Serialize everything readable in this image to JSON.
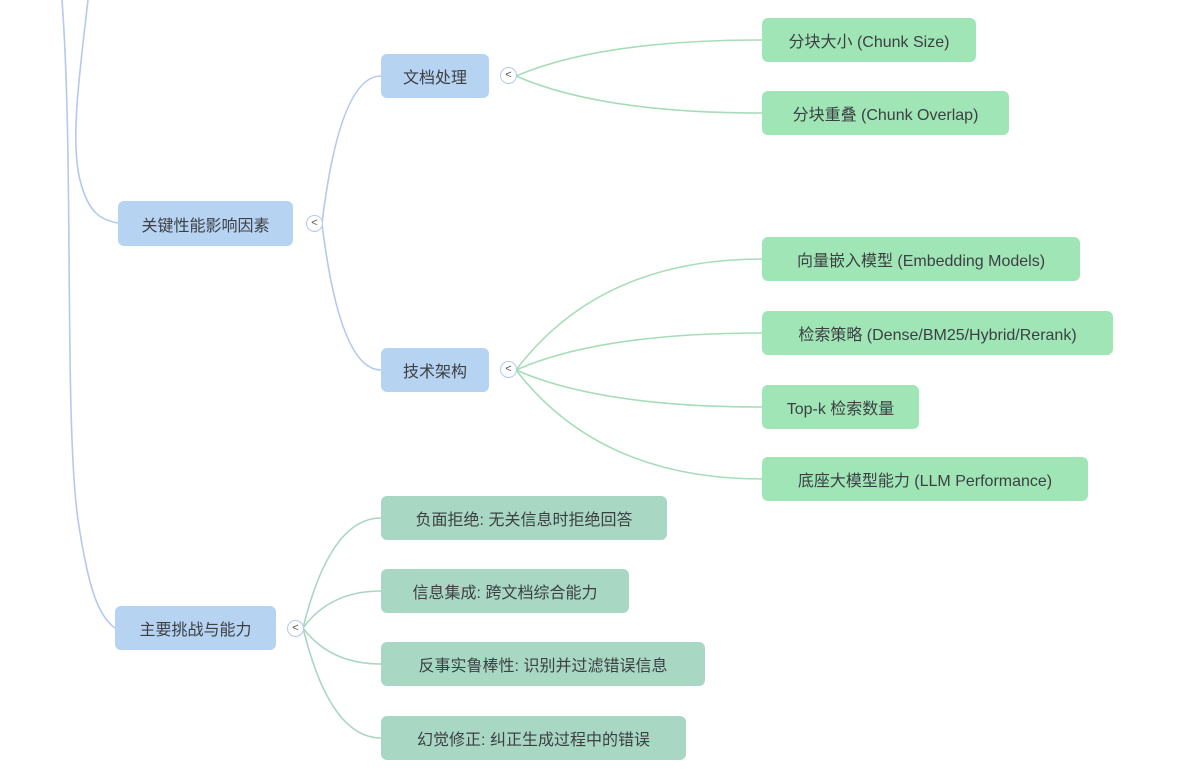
{
  "mindmap": {
    "toggle_glyph": "<",
    "colors": {
      "blue_node": "#b7d3f2",
      "green_node": "#a0e5b6",
      "teal_node": "#a8d7c4",
      "edge_blue": "#b4c9ee",
      "edge_green": "#a5ddb8",
      "edge_teal": "#a9d6c2",
      "text": "#3c4043"
    },
    "branches": [
      {
        "label": "关键性能影响因素",
        "children": [
          {
            "label": "文档处理",
            "children": [
              {
                "label": "分块大小 (Chunk Size)"
              },
              {
                "label": "分块重叠 (Chunk Overlap)"
              }
            ]
          },
          {
            "label": "技术架构",
            "children": [
              {
                "label": "向量嵌入模型 (Embedding Models)"
              },
              {
                "label": "检索策略 (Dense/BM25/Hybrid/Rerank)"
              },
              {
                "label": "Top-k 检索数量"
              },
              {
                "label": "底座大模型能力 (LLM Performance)"
              }
            ]
          }
        ]
      },
      {
        "label": "主要挑战与能力",
        "children": [
          {
            "label": "负面拒绝: 无关信息时拒绝回答"
          },
          {
            "label": "信息集成: 跨文档综合能力"
          },
          {
            "label": "反事实鲁棒性: 识别并过滤错误信息"
          },
          {
            "label": "幻觉修正: 纠正生成过程中的错误"
          }
        ]
      }
    ]
  }
}
